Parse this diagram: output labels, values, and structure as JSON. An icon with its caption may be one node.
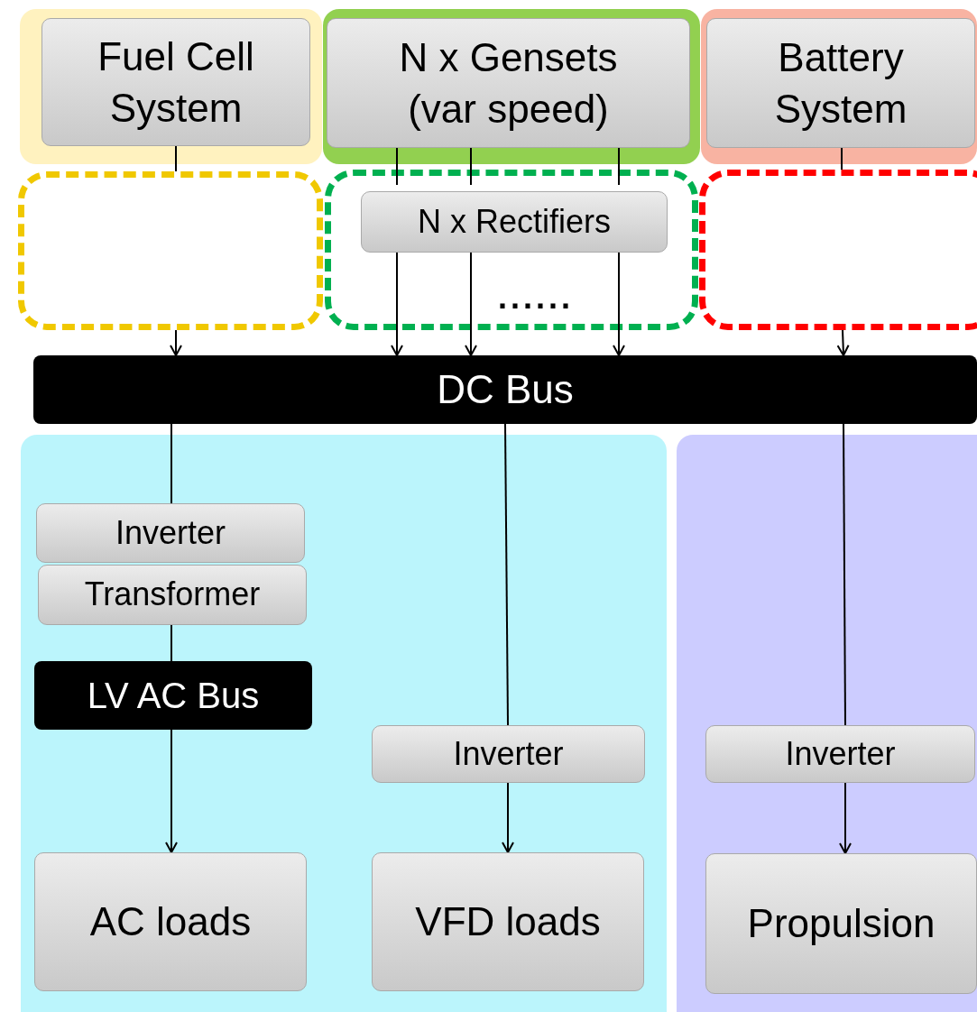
{
  "diagram": {
    "nodes": [
      {
        "text": [],
        "shape": "box"
      },
      {
        "text": [
          "Fuel Cell System"
        ],
        "in": 0
      },
      {
        "text": [],
        "shape": "box"
      },
      {
        "text": [
          "N x Gensets (var speed)"
        ],
        "in": 2
      },
      {
        "text": [],
        "shape": "box"
      },
      {
        "text": [
          "Battery System"
        ],
        "in": 4
      },
      {
        "text": [],
        "shape": "box"
      },
      {
        "text": [],
        "shape": "box"
      },
      {
        "text": [
          "N x Rectifiers"
        ],
        "in": 7
      },
      {
        "text": [],
        "shape": "box"
      },
      {
        "text": [
          "DC Bus"
        ]
      },
      {
        "text": [],
        "shape": "box"
      },
      {
        "text": [
          "Inverter"
        ],
        "in": 11
      },
      {
        "text": [
          "Transformer"
        ],
        "in": 11
      },
      {
        "text": [
          "LV AC Bus"
        ],
        "in": 11
      },
      {
        "text": [
          "Inverter"
        ],
        "in": 11
      },
      {
        "text": [
          "AC loads"
        ],
        "in": 11
      },
      {
        "text": [
          "VFD loads"
        ],
        "in": 11
      },
      {
        "text": [],
        "shape": "box"
      },
      {
        "text": [
          "Inverter"
        ],
        "in": 18
      },
      {
        "text": [
          "Propulsion"
        ],
        "in": 18
      }
    ],
    "edges": [
      {
        "from": 1,
        "to": 6,
        "arrow": "none"
      },
      {
        "from": 6,
        "to": 10,
        "arrow": "to"
      },
      {
        "from": 3,
        "to": 8,
        "arrow": "none"
      },
      {
        "from": 3,
        "to": 8,
        "arrow": "none"
      },
      {
        "from": 3,
        "to": 8,
        "arrow": "none"
      },
      {
        "from": 8,
        "to": 10,
        "arrow": "to"
      },
      {
        "from": 8,
        "to": 10,
        "arrow": "to"
      },
      {
        "from": 8,
        "to": 10,
        "arrow": "to"
      },
      {
        "from": 5,
        "to": 9,
        "arrow": "none"
      },
      {
        "from": 9,
        "to": 10,
        "arrow": "to"
      },
      {
        "from": 10,
        "to": 12,
        "arrow": "none"
      },
      {
        "from": 13,
        "to": 14,
        "arrow": "none"
      },
      {
        "from": 14,
        "to": 16,
        "arrow": "to"
      },
      {
        "from": 10,
        "to": 15,
        "arrow": "none"
      },
      {
        "from": 15,
        "to": 17,
        "arrow": "to"
      },
      {
        "from": 10,
        "to": 19,
        "arrow": "none"
      },
      {
        "from": 19,
        "to": 20,
        "arrow": "to"
      }
    ],
    "labels": [
      "......"
    ]
  }
}
